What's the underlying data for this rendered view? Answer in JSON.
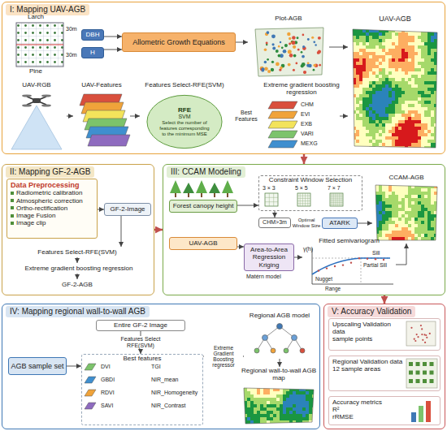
{
  "diagram": {
    "nodes": [
      {
        "text": [
          "I: Mapping UAV-AGB"
        ]
      },
      {
        "text": [
          "DBH"
        ],
        "in": 0
      },
      {
        "text": [
          "H"
        ],
        "in": 0
      },
      {
        "text": [
          "Allometric Growth Equations"
        ],
        "in": 0
      },
      {
        "text": [
          "Plot-AGB"
        ],
        "in": 0
      },
      {
        "text": [
          "UAV-AGB"
        ],
        "in": 0
      },
      {
        "text": [
          "UAV-RGB"
        ],
        "in": 0
      },
      {
        "text": [
          "UAV-Features"
        ],
        "in": 0
      },
      {
        "text": [
          "Features Select-RFE(SVM)"
        ],
        "in": 0
      },
      {
        "text": [
          "RFE",
          "SVM",
          "Select the number of features corresponding to the minimum MSE"
        ],
        "in": 8
      },
      {
        "text": [
          "Extreme gradient boosting regression"
        ],
        "in": 0
      },
      {
        "text": [
          "II: Mapping GF-2-AGB"
        ]
      },
      {
        "text": [
          "Data Preprocessing",
          "Radiometric calibration",
          "Atmospheric correction",
          "Ortho-rectification",
          "Image Fusion",
          "Image clip"
        ],
        "in": 11
      },
      {
        "text": [
          "GF-2-Image"
        ],
        "in": 11
      },
      {
        "text": [
          "Features Select-RFE(SVM)"
        ],
        "in": 11
      },
      {
        "text": [
          "Extreme gradient boosting regression"
        ],
        "in": 11
      },
      {
        "text": [
          "GF-2-AGB"
        ],
        "in": 11
      },
      {
        "text": [
          "III: CCAM Modeling"
        ]
      },
      {
        "text": [
          "Forest canopy height"
        ],
        "in": 17
      },
      {
        "text": [
          "UAV-AGB"
        ],
        "in": 17
      },
      {
        "text": [
          "Constraint Window Selection"
        ],
        "in": 17
      },
      {
        "text": [
          "CHM>3m"
        ],
        "in": 17
      },
      {
        "text": [
          "ATARK"
        ],
        "in": 17
      },
      {
        "text": [
          "CCAM-AGB"
        ],
        "in": 17
      },
      {
        "text": [
          "Area-to-Area Regression Kriging"
        ],
        "in": 17
      },
      {
        "text": [
          "Fitted semivariogram"
        ],
        "in": 17
      },
      {
        "text": [
          "IV: Mapping regional wall-to-wall AGB"
        ]
      },
      {
        "text": [
          "AGB sample set"
        ],
        "in": 26
      },
      {
        "text": [
          "Entire GF-2 Image"
        ],
        "in": 26
      },
      {
        "text": [
          "Best features"
        ],
        "in": 26
      },
      {
        "text": [
          "Regional AGB model"
        ],
        "in": 26
      },
      {
        "text": [
          "Regional wall-to-wall AGB map"
        ],
        "in": 26
      },
      {
        "text": [
          "V: Accuracy Validation"
        ]
      },
      {
        "text": [
          "Upscaling Validation data",
          "sample points"
        ],
        "in": 32
      },
      {
        "text": [
          "Regional Validation data",
          "12 sample areas"
        ],
        "in": 32
      },
      {
        "text": [
          "Accuracy metrics",
          "R²",
          "rRMSE"
        ],
        "in": 32
      }
    ],
    "edges": [
      {
        "from": 1,
        "to": 3,
        "arrow": "to"
      },
      {
        "from": 2,
        "to": 3,
        "arrow": "to"
      },
      {
        "from": 3,
        "to": 4,
        "arrow": "to"
      },
      {
        "from": 4,
        "to": 5,
        "arrow": "to"
      },
      {
        "from": 6,
        "to": 7,
        "arrow": "to"
      },
      {
        "from": 7,
        "to": 8,
        "arrow": "to"
      },
      {
        "from": 8,
        "to": 10,
        "label": "Best Features",
        "arrow": "to"
      },
      {
        "from": 10,
        "to": 5,
        "arrow": "to"
      },
      {
        "from": 0,
        "to": 17,
        "arrow": "to"
      },
      {
        "from": 12,
        "to": 13,
        "arrow": "to"
      },
      {
        "from": 13,
        "to": 14,
        "arrow": "to"
      },
      {
        "from": 14,
        "to": 15,
        "arrow": "to"
      },
      {
        "from": 15,
        "to": 16,
        "arrow": "to"
      },
      {
        "from": 11,
        "to": 17,
        "arrow": "to"
      },
      {
        "from": 18,
        "to": 20,
        "arrow": "to"
      },
      {
        "from": 19,
        "to": 24,
        "arrow": "to"
      },
      {
        "from": 20,
        "to": 21,
        "arrow": "to"
      },
      {
        "from": 21,
        "to": 22,
        "label": "Optimal Window Size",
        "arrow": "to"
      },
      {
        "from": 22,
        "to": 23,
        "arrow": "to"
      },
      {
        "from": 24,
        "to": 25,
        "arrow": "to"
      },
      {
        "from": 25,
        "to": 23,
        "arrow": "to"
      },
      {
        "from": 17,
        "to": 32,
        "arrow": "to"
      },
      {
        "from": 27,
        "to": 29,
        "arrow": "to"
      },
      {
        "from": 28,
        "to": 29,
        "label": "Features Select RFE(SVM)",
        "arrow": "to"
      },
      {
        "from": 29,
        "to": 30,
        "label": "Extreme Gradient Boosting regressor",
        "arrow": "to"
      },
      {
        "from": 30,
        "to": 31,
        "arrow": "to"
      }
    ],
    "labels": [
      "Larch",
      "30m",
      "30m",
      "Pine",
      "CHM",
      "EVI",
      "EXB",
      "VARI",
      "MEXG",
      "3 × 3",
      "5 × 5",
      "7 × 7",
      "Matérn model",
      "γ(h)",
      "Partial Sill",
      "Sill",
      "Nugget",
      "Range",
      "DVI",
      "TGI",
      "GBDI",
      "NIR_mean",
      "RDVI",
      "NIR_Homogeneity",
      "SAVI",
      "NIR_Contrast"
    ]
  }
}
